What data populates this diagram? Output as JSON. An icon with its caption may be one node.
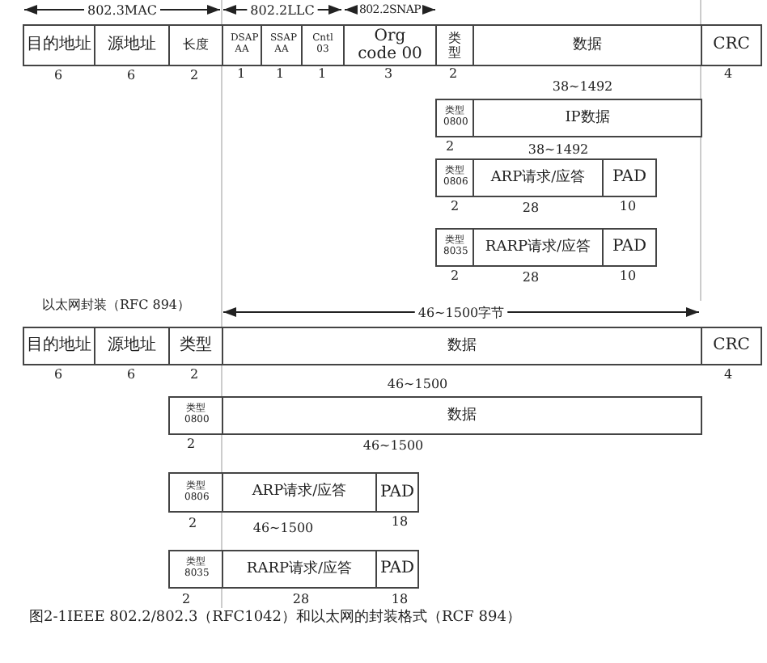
{
  "diagram": {
    "caption": "图2-1IEEE 802.2/802.3（RFC1042）和以太网的封装格式（RCF 894）",
    "nodes": [
      {
        "text": [
          "目的地址"
        ],
        "beside": [
          "6"
        ]
      },
      {
        "text": [
          "源地址"
        ],
        "beside": [
          "6"
        ]
      },
      {
        "text": [
          "长度"
        ],
        "beside": [
          "2"
        ]
      },
      {
        "text": [
          "DSAP AA"
        ],
        "beside": [
          "1"
        ]
      },
      {
        "text": [
          "SSAP AA"
        ],
        "beside": [
          "1"
        ]
      },
      {
        "text": [
          "Cntl 03"
        ],
        "beside": [
          "1"
        ]
      },
      {
        "text": [
          "Org code 00"
        ],
        "beside": [
          "3"
        ]
      },
      {
        "text": [
          "类型"
        ],
        "beside": [
          "2"
        ]
      },
      {
        "text": [
          "数据"
        ],
        "beside": [
          "38~1492"
        ]
      },
      {
        "text": [
          "CRC"
        ],
        "beside": [
          "4"
        ]
      },
      {
        "text": [
          "类型 0800"
        ],
        "beside": [
          "2"
        ]
      },
      {
        "text": [
          "IP数据"
        ],
        "beside": [
          "38~1492"
        ]
      },
      {
        "text": [
          "类型 0806"
        ],
        "beside": [
          "2"
        ]
      },
      {
        "text": [
          "ARP请求/应答"
        ],
        "beside": [
          "28"
        ]
      },
      {
        "text": [
          "PAD"
        ],
        "beside": [
          "10"
        ]
      },
      {
        "text": [
          "类型 8035"
        ],
        "beside": [
          "2"
        ]
      },
      {
        "text": [
          "RARP请求/应答"
        ],
        "beside": [
          "28"
        ]
      },
      {
        "text": [
          "PAD"
        ],
        "beside": [
          "10"
        ]
      },
      {
        "text": [
          "目的地址"
        ],
        "beside": [
          "6"
        ]
      },
      {
        "text": [
          "源地址"
        ],
        "beside": [
          "6"
        ]
      },
      {
        "text": [
          "类型"
        ],
        "beside": [
          "2"
        ]
      },
      {
        "text": [
          "数据"
        ],
        "beside": [
          "46~1500"
        ]
      },
      {
        "text": [
          "CRC"
        ],
        "beside": [
          "4"
        ]
      },
      {
        "text": [
          "类型 0800"
        ],
        "beside": [
          "2"
        ]
      },
      {
        "text": [
          "数据"
        ],
        "beside": [
          "46~1500"
        ]
      },
      {
        "text": [
          "类型 0806"
        ],
        "beside": [
          "2"
        ]
      },
      {
        "text": [
          "ARP请求/应答"
        ],
        "beside": [
          "46~1500"
        ]
      },
      {
        "text": [
          "PAD"
        ],
        "beside": [
          "18"
        ]
      },
      {
        "text": [
          "类型 8035"
        ],
        "beside": [
          "2"
        ]
      },
      {
        "text": [
          "RARP请求/应答"
        ],
        "beside": [
          "28"
        ]
      },
      {
        "text": [
          "PAD"
        ],
        "beside": [
          "18"
        ]
      }
    ],
    "labels": [
      "802.3MAC",
      "802.2LLC",
      "802.2SNAP",
      "以太网封装（RFC 894）",
      "46~1500字节"
    ]
  }
}
